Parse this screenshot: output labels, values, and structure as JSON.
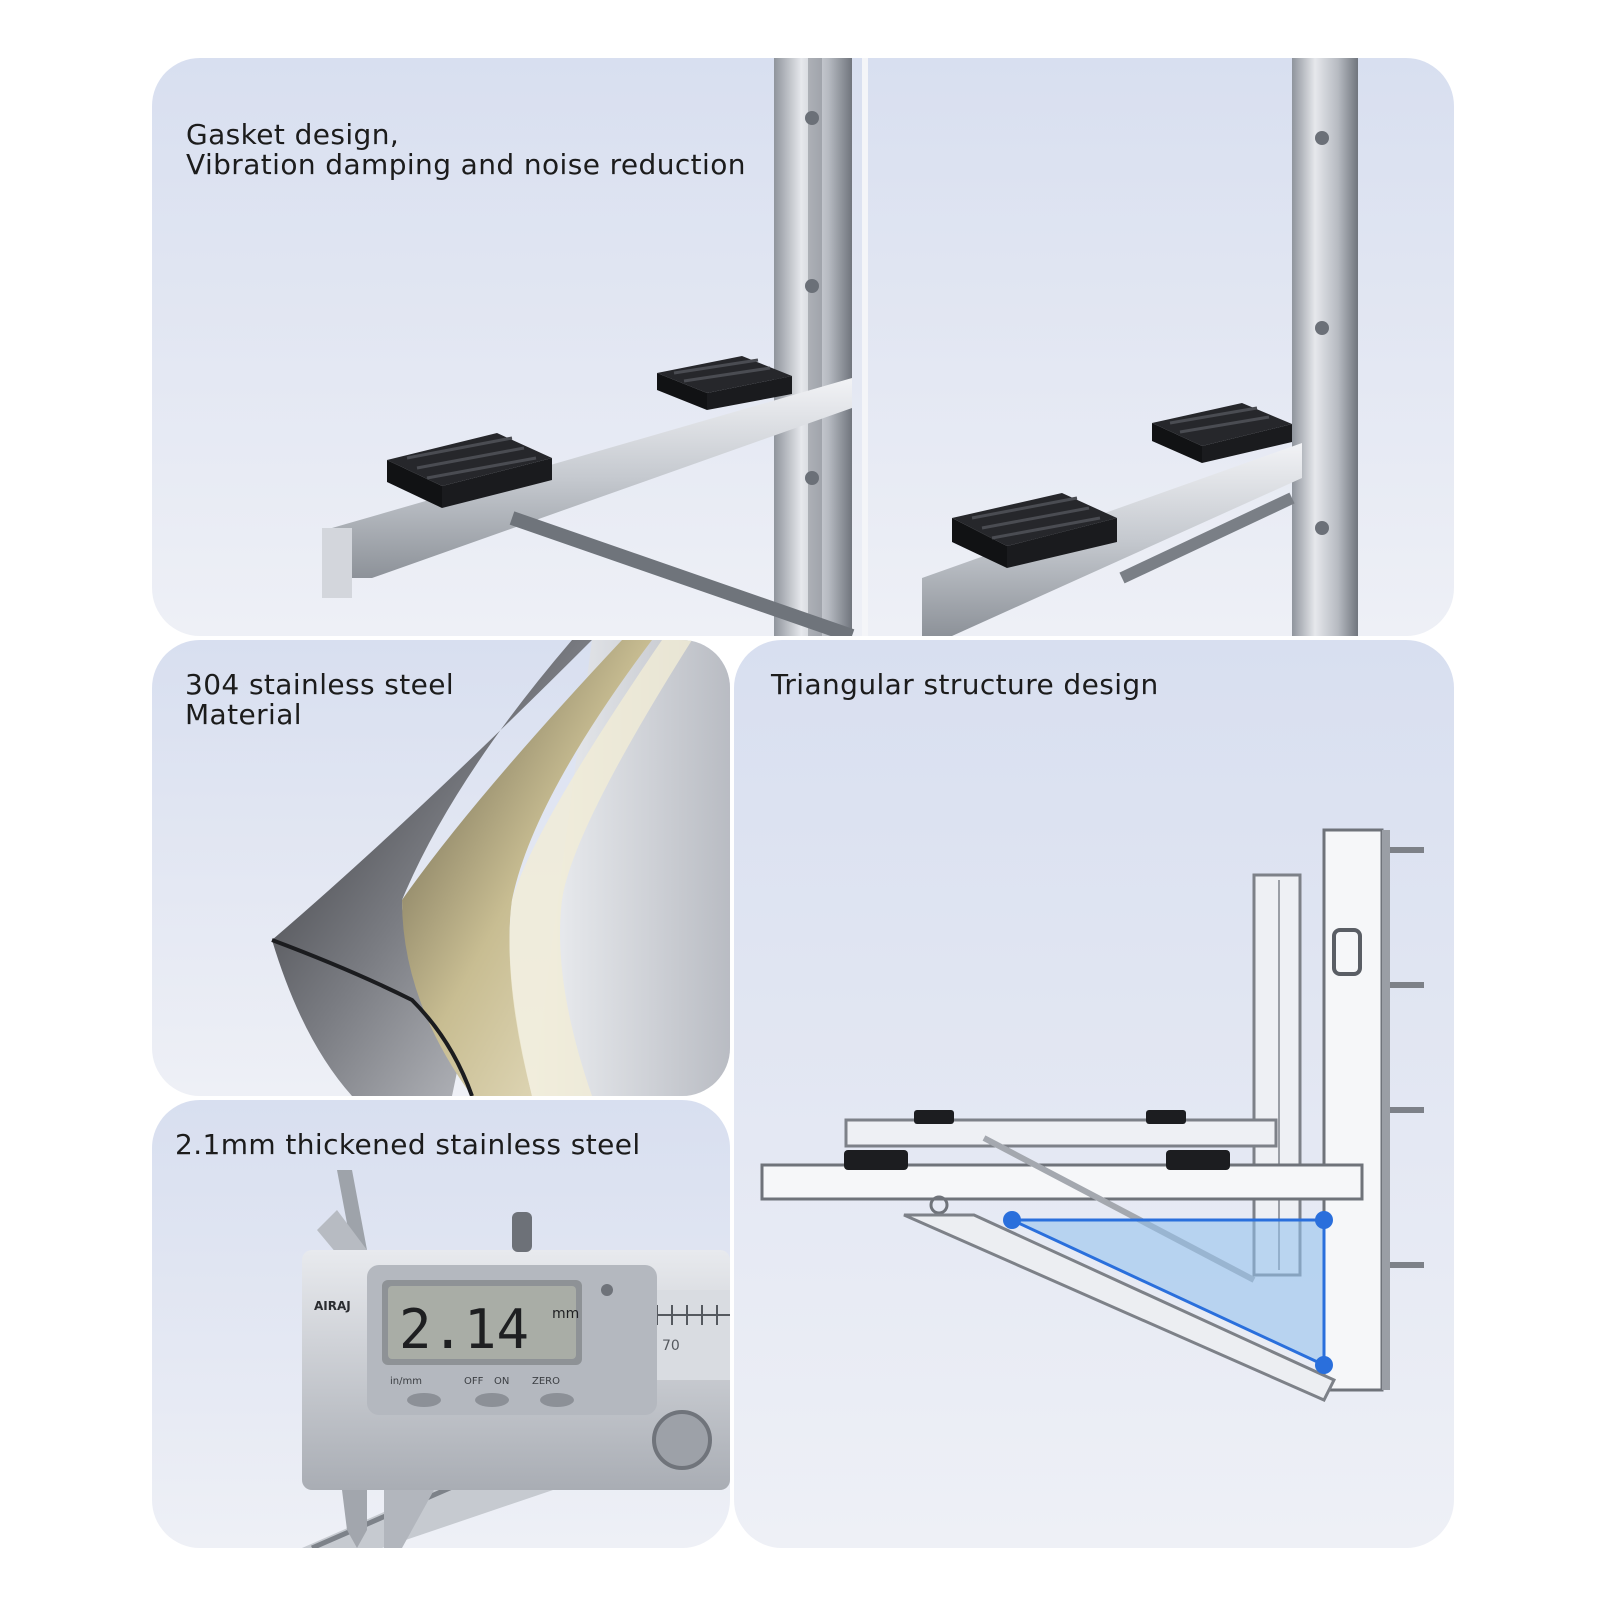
{
  "panels": {
    "gasket": {
      "caption_line1": "Gasket design,",
      "caption_line2": "Vibration damping and noise reduction"
    },
    "material": {
      "caption_line1": "304 stainless steel",
      "caption_line2": "Material"
    },
    "thickness": {
      "caption": "2.1mm thickened stainless steel",
      "caliper_brand": "AIRAJ",
      "caliper_reading": "2.14",
      "caliper_unit": "mm",
      "caliper_buttons": [
        "in/mm",
        "OFF",
        "ON",
        "ZERO"
      ],
      "scale_mark": "70"
    },
    "triangle": {
      "caption": "Triangular structure design",
      "highlight_color": "#8fc0ec",
      "vertex_color": "#2a6fdc"
    }
  },
  "colors": {
    "panel_bg": "#dfe4f1",
    "steel": "#c9ccd2",
    "pad": "#1c1d20",
    "caption_text": "#1c1c1c"
  }
}
